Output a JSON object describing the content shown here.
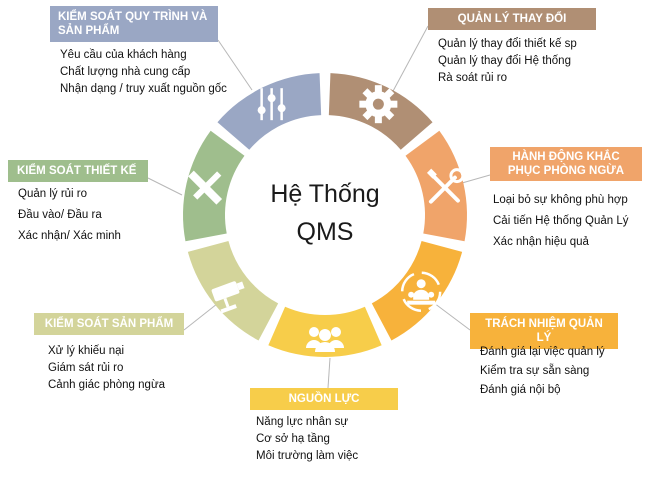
{
  "center": {
    "line1": "Hệ Thống",
    "line2": "QMS"
  },
  "colors": {
    "orange_dark": "#b08f74",
    "orange": "#f0a46a",
    "amber": "#f7b23b",
    "yellow": "#f7cd4a",
    "khaki": "#d3d49a",
    "green": "#9fbe8d",
    "slate": "#9aa7c4"
  },
  "sections": [
    {
      "id": "quan-ly-thay-doi",
      "title": "QUẢN LÝ THAY ĐỔI",
      "icon": "gear-icon",
      "items": [
        "Quản lý thay đổi thiết kế sp",
        "Quản lý thay đổi Hệ thống",
        "Rà soát rủi ro"
      ]
    },
    {
      "id": "hanh-dong-khac-phuc",
      "title": "HÀNH ĐỘNG KHẮC PHỤC PHÒNG NGỪA",
      "icon": "tools-icon",
      "items": [
        "Loại bỏ sự không phù hợp",
        "Cải tiến Hệ thống Quản Lý",
        "Xác nhận hiệu quả"
      ]
    },
    {
      "id": "trach-nhiem-quan-ly",
      "title": "TRÁCH NHIỆM QUẢN LÝ",
      "icon": "team-cycle-icon",
      "items": [
        "Đánh giá lại việc quản lý",
        "Kiểm tra sự sẵn sàng",
        "Đánh giá nội bộ"
      ]
    },
    {
      "id": "nguon-luc",
      "title": "NGUỒN LỰC",
      "icon": "people-icon",
      "items": [
        "Năng lực nhân sự",
        "Cơ sở hạ tầng",
        "Môi trường làm việc"
      ]
    },
    {
      "id": "kiem-soat-san-pham",
      "title": "KIỂM SOÁT SẢN PHẨM",
      "icon": "camera-icon",
      "items": [
        "Xử lý khiếu nại",
        "Giám sát rủi ro",
        "Cảnh giác phòng ngừa"
      ]
    },
    {
      "id": "kiem-soat-thiet-ke",
      "title": "KIỂM SOÁT THIẾT KẾ",
      "icon": "pencil-ruler-icon",
      "items": [
        "Quản lý rủi ro",
        "Đầu vào/ Đầu ra",
        "Xác nhận/ Xác minh"
      ]
    },
    {
      "id": "kiem-soat-quy-trinh",
      "title": "KIỂM SOÁT QUY TRÌNH VÀ SẢN PHẨM",
      "icon": "sliders-icon",
      "items": [
        "Yêu cầu của khách hàng",
        "Chất lượng nhà cung cấp",
        "Nhận dạng / truy xuất nguồn gốc"
      ]
    }
  ]
}
